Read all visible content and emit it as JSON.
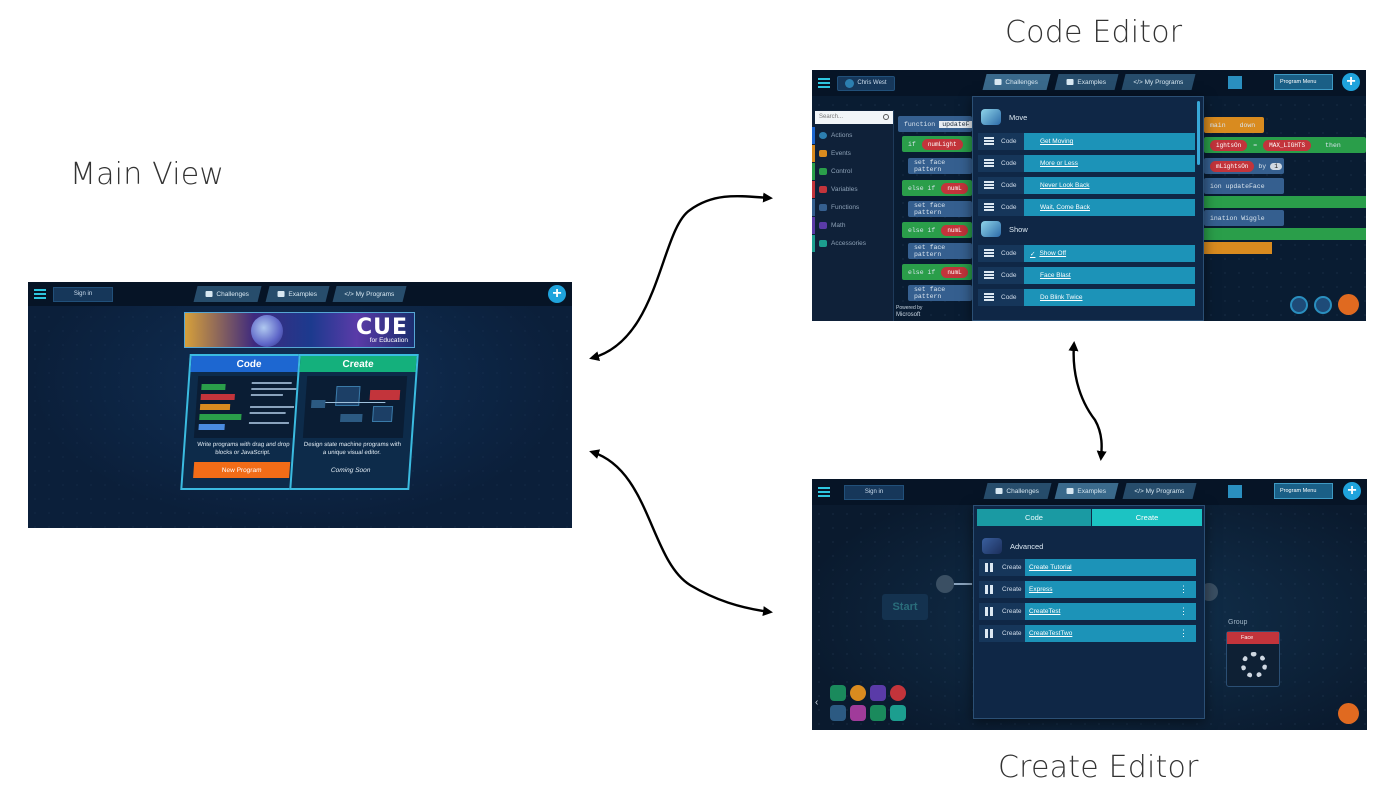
{
  "labels": {
    "main_view": "Main View",
    "code_editor": "Code Editor",
    "create_editor": "Create Editor"
  },
  "main_view": {
    "sign_in": "Sign in",
    "tabs": [
      "Challenges",
      "Examples",
      "</> My Programs"
    ],
    "banner_logo": "CUE",
    "banner_sub": "for Education",
    "code_card": {
      "title": "Code",
      "description": "Write programs with drag and drop blocks or JavaScript.",
      "button": "New Program"
    },
    "create_card": {
      "title": "Create",
      "description": "Design state machine programs with a unique visual editor.",
      "status": "Coming Soon"
    }
  },
  "code_editor": {
    "user": "Chris West",
    "program_menu": "Program Menu",
    "tabs": [
      "Challenges",
      "Examples",
      "</> My Programs"
    ],
    "search_placeholder": "Search...",
    "categories": [
      "Actions",
      "Events",
      "Control",
      "Variables",
      "Functions",
      "Math",
      "Accessories"
    ],
    "credit_top": "Powered by",
    "credit_bottom": "Microsoft",
    "dropdown": {
      "sections": [
        {
          "title": "Move",
          "items": [
            {
              "type": "Code",
              "name": "Get Moving"
            },
            {
              "type": "Code",
              "name": "More or Less"
            },
            {
              "type": "Code",
              "name": "Never Look Back"
            },
            {
              "type": "Code",
              "name": "Wait, Come Back"
            }
          ]
        },
        {
          "title": "Show",
          "items": [
            {
              "type": "Code",
              "name": "Show Off",
              "checked": true
            },
            {
              "type": "Code",
              "name": "Face Blast"
            },
            {
              "type": "Code",
              "name": "Do Blink Twice"
            }
          ]
        }
      ]
    },
    "code": {
      "function_kw": "function",
      "function_name": "updateF",
      "if_kw": "if",
      "else_if_kw": "else if",
      "set_face": "set  face pattern",
      "var_short": "numLight",
      "var_short2": "numL",
      "main": "main",
      "down": "down",
      "lights_on": "ightsOn",
      "max_lights": "MAX_LIGHTS",
      "then_kw": "then",
      "lights_on2": "mLightsOn",
      "by_kw": "by",
      "by_value": "1",
      "update_face": "ion  updateFace",
      "wiggle": "ination Wiggle",
      "eq": "="
    }
  },
  "create_editor": {
    "sign_in": "Sign in",
    "program_menu": "Program Menu",
    "tabs": [
      "Challenges",
      "Examples",
      "</> My Programs"
    ],
    "segments": [
      "Code",
      "Create"
    ],
    "section_title": "Advanced",
    "items": [
      {
        "type": "Create",
        "name": "Create Tutorial"
      },
      {
        "type": "Create",
        "name": "Express"
      },
      {
        "type": "Create",
        "name": "CreateTest"
      },
      {
        "type": "Create",
        "name": "CreateTestTwo"
      }
    ],
    "start_label": "Start",
    "group_label": "Group",
    "face_label": "Face"
  },
  "colors": {
    "code_header": "#1d67d1",
    "create_header": "#14b07c",
    "accent": "#f26c17",
    "segment_active": "#1cc3c3"
  }
}
